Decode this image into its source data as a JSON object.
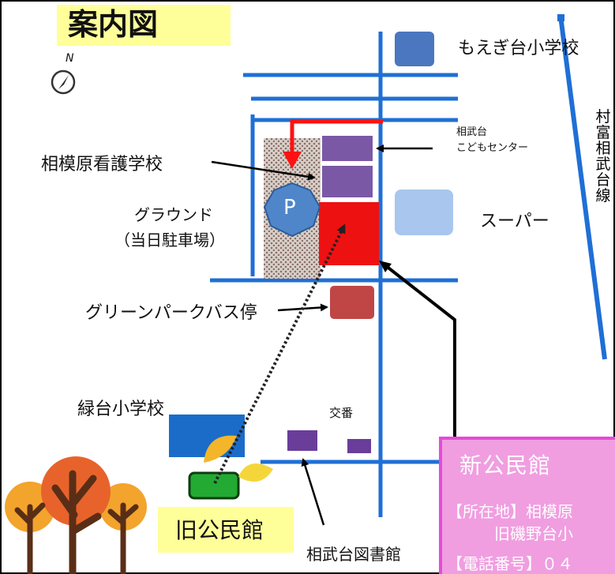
{
  "map": {
    "title": "案内図",
    "north_label": "N",
    "parking_label": "P",
    "landmarks": {
      "moegidai": "もえぎ台小学校",
      "kodomo_center_1": "相武台",
      "kodomo_center_2": "こどもセンター",
      "nursing_school": "相模原看護学校",
      "ground_1": "グラウンド",
      "ground_2": "（当日駐車場）",
      "supermarket": "スーパー",
      "bus_stop": "グリーンパークバス停",
      "midoridai": "緑台小学校",
      "koban": "交番",
      "old_hall": "旧公民館",
      "library": "相武台図書館"
    },
    "route_chars": [
      "村",
      "富",
      "相",
      "武",
      "台",
      "線"
    ],
    "info": {
      "title": "新公民館",
      "line1": "【所在地】相模原",
      "line2": "旧磯野台小",
      "line3": "【電話番号】０４"
    }
  }
}
